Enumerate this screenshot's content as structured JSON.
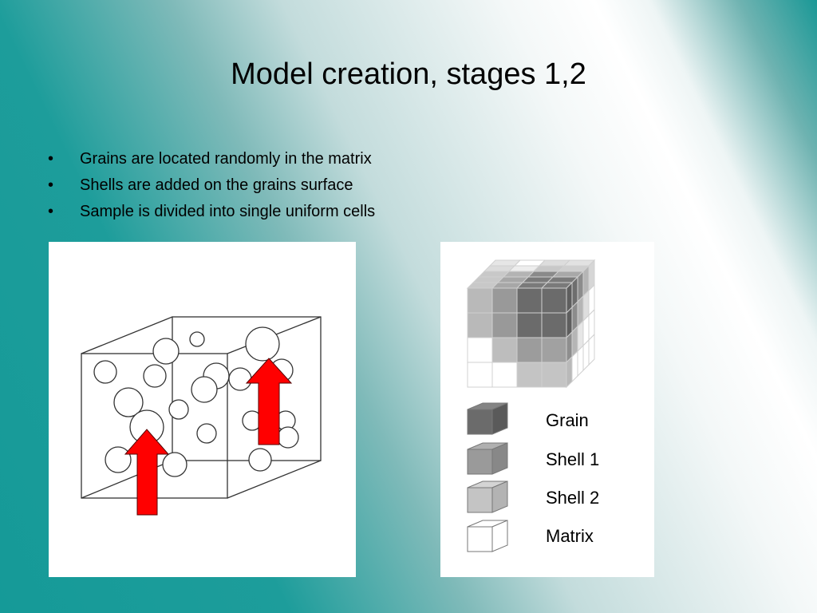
{
  "slide": {
    "title": "Model creation, stages 1,2",
    "bullets": [
      "Grains are located randomly in the matrix",
      "Shells are added on the grains surface",
      "Sample is divided into single uniform cells"
    ],
    "bullet_symbol": "•"
  },
  "legend": {
    "items": [
      {
        "label": "Grain",
        "color": "#6b6b6b"
      },
      {
        "label": "Shell 1",
        "color": "#999999"
      },
      {
        "label": "Shell 2",
        "color": "#c4c4c4"
      },
      {
        "label": "Matrix",
        "color": "#ffffff"
      }
    ]
  },
  "colors": {
    "arrow": "#ff0000",
    "background_teal": "#159a98"
  }
}
